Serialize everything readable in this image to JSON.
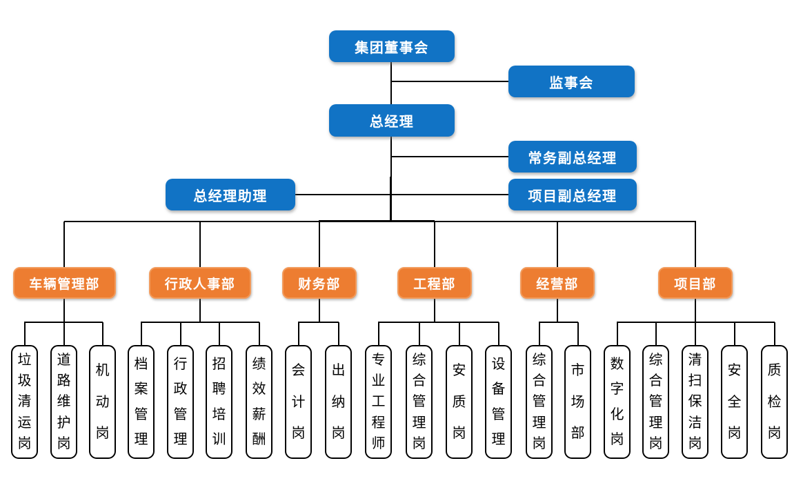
{
  "colors": {
    "executive_node_fill": "#1173C5",
    "department_node_fill": "#ED7D31",
    "department_node_border": "#F29B5C",
    "position_node_fill": "#FFFFFF",
    "position_node_border": "#000000",
    "connector": "#000000",
    "executive_text": "#FFFFFF",
    "position_text": "#000000"
  },
  "nodes": {
    "board": "集团董事会",
    "supervisory": "监事会",
    "general_manager": "总经理",
    "executive_deputy_gm": "常务副总经理",
    "gm_assistant": "总经理助理",
    "project_deputy_gm": "项目副总经理"
  },
  "departments": [
    {
      "label": "车辆管理部",
      "positions": [
        "垃圾清运岗",
        "道路维护岗",
        "机动岗"
      ]
    },
    {
      "label": "行政人事部",
      "positions": [
        "档案管理",
        "行政管理",
        "招聘培训",
        "绩效薪酬"
      ]
    },
    {
      "label": "财务部",
      "positions": [
        "会计岗",
        "出纳岗"
      ]
    },
    {
      "label": "工程部",
      "positions": [
        "专业工程师",
        "综合管理岗",
        "安质岗",
        "设备管理"
      ]
    },
    {
      "label": "经营部",
      "positions": [
        "综合管理岗",
        "市场部"
      ]
    },
    {
      "label": "项目部",
      "positions": [
        "数字化岗",
        "综合管理岗",
        "清扫保洁岗",
        "安全岗",
        "质检岗"
      ]
    }
  ]
}
